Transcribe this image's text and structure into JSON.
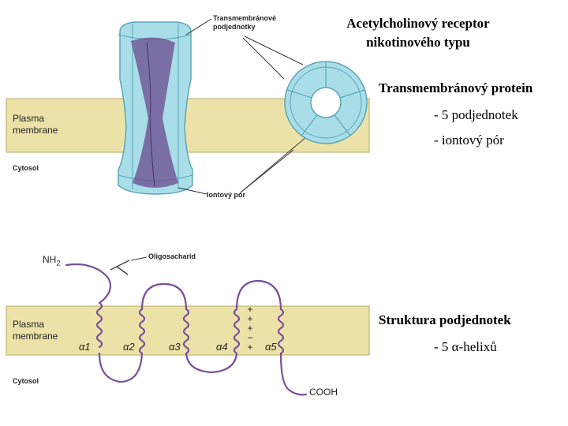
{
  "title_lines": [
    "Acetylcholinový receptor",
    "nikotinového typu"
  ],
  "right_panel": {
    "heading1": "Transmembránový protein",
    "bullet1": "- 5 podjednotek",
    "bullet2": "- iontový pór",
    "heading2": "Struktura podjednotek",
    "bullet3": "- 5 α-helixů"
  },
  "top_figure": {
    "plasma_label": [
      "Plasma",
      "membrane"
    ],
    "cytosol_label": "Cytosol",
    "subunits_label": [
      "Transmembránové",
      "podjednotky"
    ],
    "pore_label": "Iontový pór"
  },
  "bottom_figure": {
    "plasma_label": [
      "Plasma",
      "membrane"
    ],
    "cytosol_label": "Cytosol",
    "nh2_label": "NH",
    "nh2_sub": "2",
    "oligo_label": "Oligosacharid",
    "cooh_label": "COOH",
    "helices": [
      "α1",
      "α2",
      "α3",
      "α4",
      "α5"
    ],
    "charges": [
      "+",
      "+",
      "+",
      "−",
      "+"
    ]
  },
  "colors": {
    "membrane": "#ece2a8",
    "membrane_edge": "#b7a86a",
    "protein": "#a9dde8",
    "protein_edge": "#5aa7b8",
    "pore": "#6a4a8e",
    "chain": "#7a4f9a"
  }
}
